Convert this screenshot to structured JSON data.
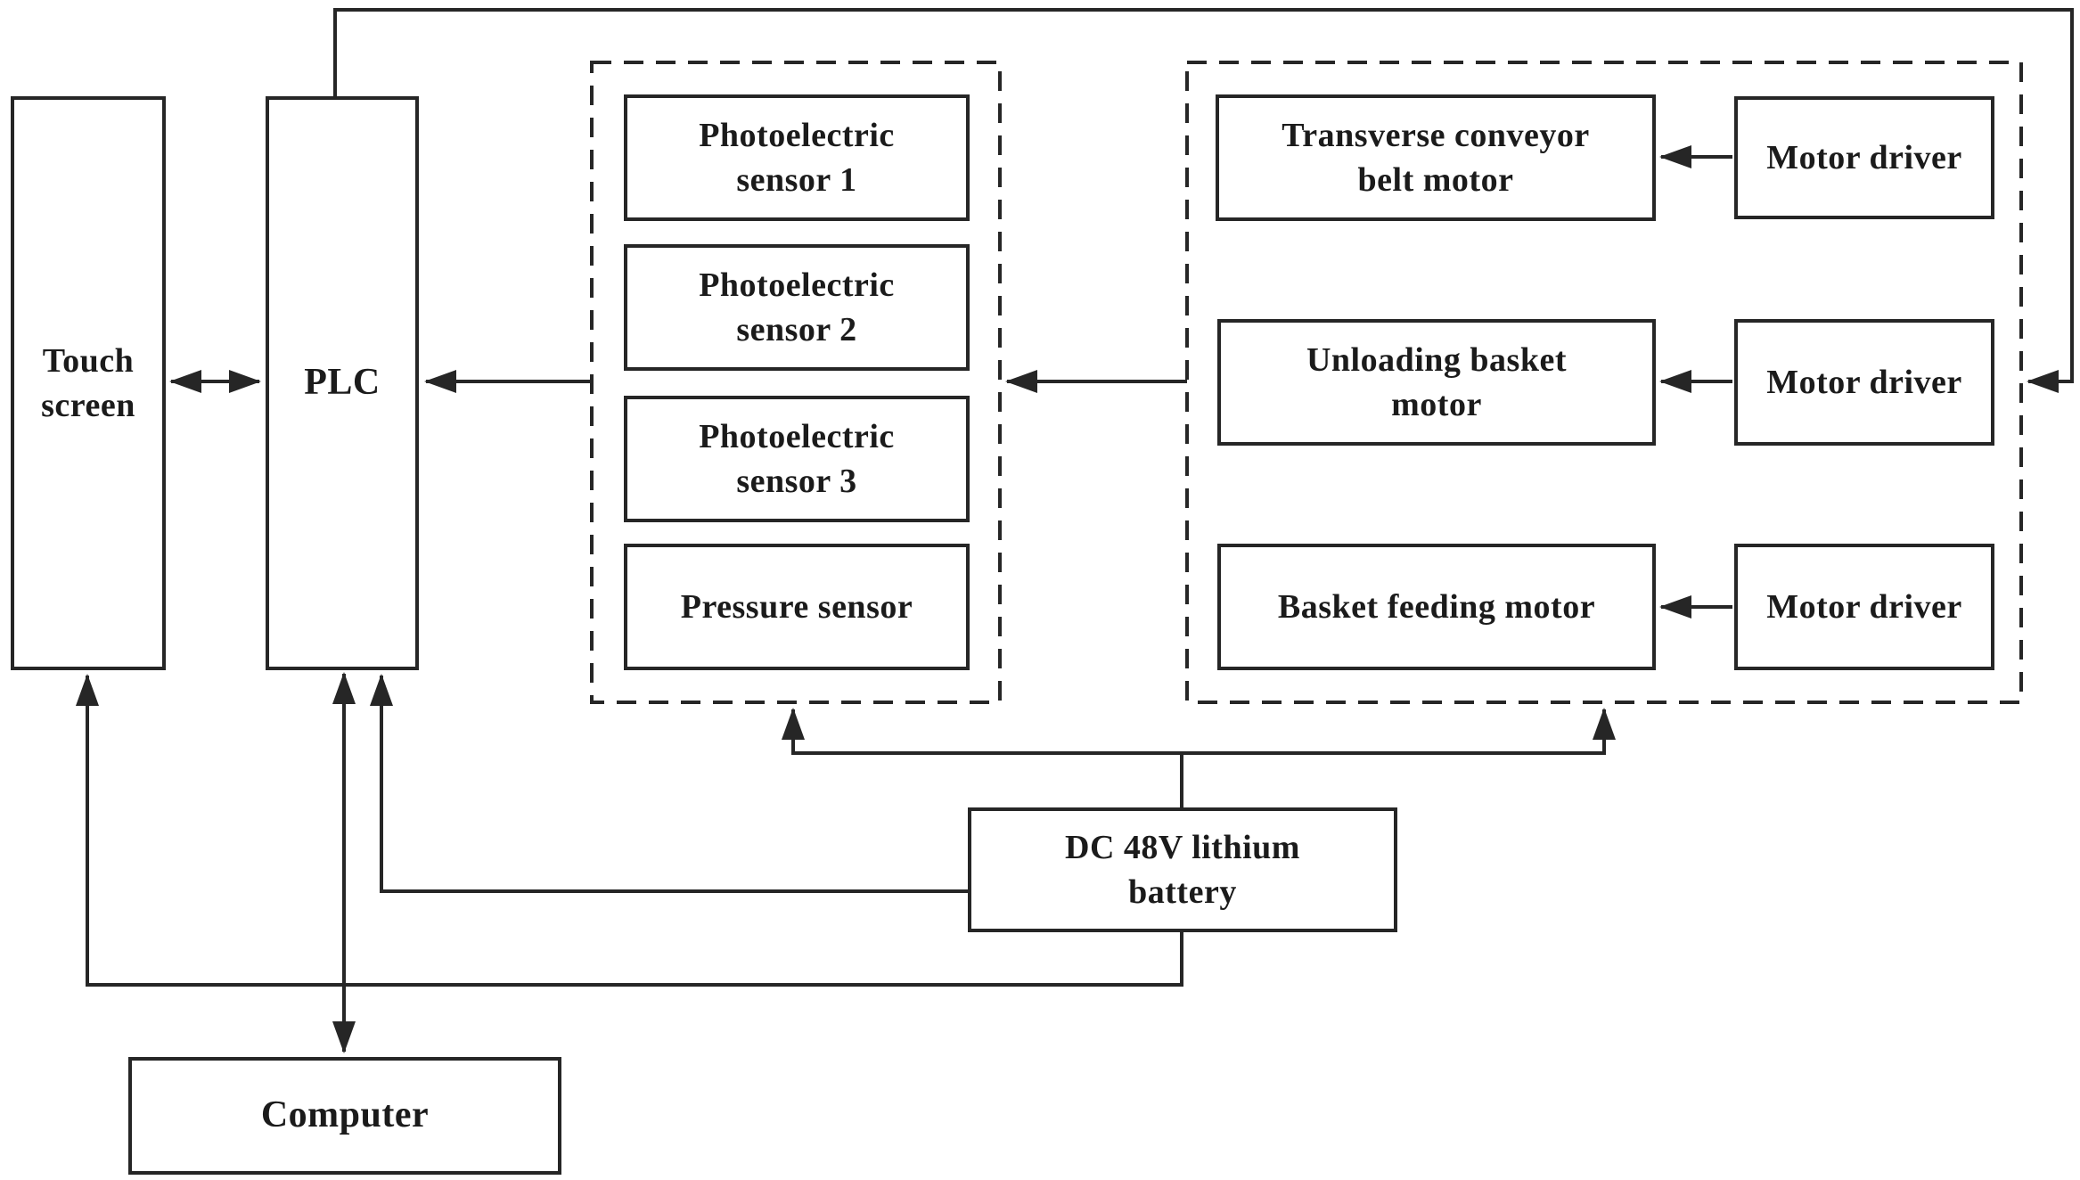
{
  "diagram": {
    "background_color": "#ffffff",
    "line_color": "#262626",
    "text_color": "#1b1b1b",
    "nodes": {
      "touch_screen": {
        "label": "Touch\nscreen"
      },
      "plc": {
        "label": "PLC"
      },
      "photoelectric_sensor_1": {
        "label": "Photoelectric\nsensor 1"
      },
      "photoelectric_sensor_2": {
        "label": "Photoelectric\nsensor 2"
      },
      "photoelectric_sensor_3": {
        "label": "Photoelectric\nsensor 3"
      },
      "pressure_sensor": {
        "label": "Pressure sensor"
      },
      "transverse_conveyor_belt_motor": {
        "label": "Transverse conveyor\nbelt motor"
      },
      "motor_driver_1": {
        "label": "Motor driver"
      },
      "unloading_basket_motor": {
        "label": "Unloading basket\nmotor"
      },
      "motor_driver_2": {
        "label": "Motor driver"
      },
      "basket_feeding_motor": {
        "label": "Basket feeding motor"
      },
      "motor_driver_3": {
        "label": "Motor driver"
      },
      "dc_battery": {
        "label": "DC 48V lithium\nbattery"
      },
      "computer": {
        "label": "Computer"
      }
    },
    "connections": [
      {
        "from": "touch_screen",
        "to": "plc",
        "direction": "both"
      },
      {
        "from": "plc",
        "to": "motor_group",
        "direction": "into-motor-group",
        "route": "top-and-right-edge"
      },
      {
        "from": "motor_group",
        "to": "sensor_group",
        "direction": "into-sensor-group"
      },
      {
        "from": "sensor_group",
        "to": "plc",
        "direction": "into-plc"
      },
      {
        "from": "plc",
        "to": "computer",
        "direction": "both"
      },
      {
        "from": "dc_battery",
        "to": "plc",
        "direction": "into-plc"
      },
      {
        "from": "dc_battery",
        "to": "sensor_group",
        "direction": "into-sensor-group"
      },
      {
        "from": "dc_battery",
        "to": "motor_group",
        "direction": "into-motor-group"
      },
      {
        "from": "dc_battery",
        "to": "touch_screen",
        "direction": "into-touch-screen"
      },
      {
        "from": "motor_driver_1",
        "to": "transverse_conveyor_belt_motor",
        "direction": "into-motor"
      },
      {
        "from": "motor_driver_2",
        "to": "unloading_basket_motor",
        "direction": "into-motor"
      },
      {
        "from": "motor_driver_3",
        "to": "basket_feeding_motor",
        "direction": "into-motor"
      }
    ]
  }
}
